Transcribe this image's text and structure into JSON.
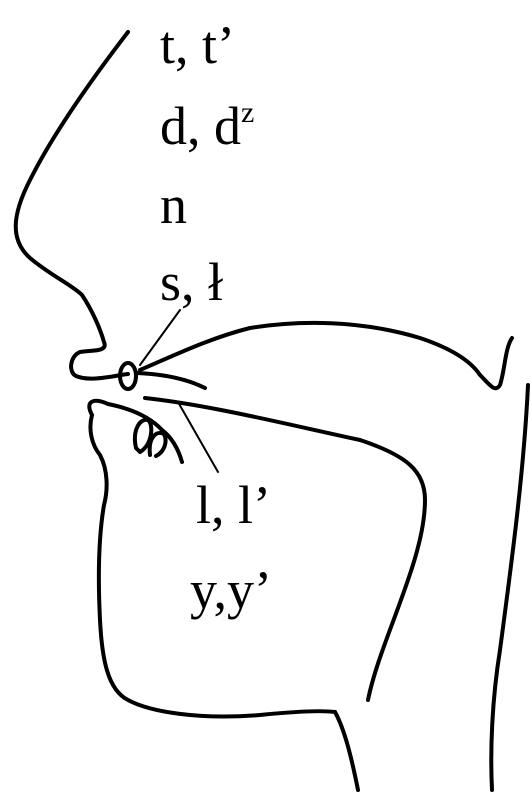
{
  "labels": {
    "row1": "t, t’",
    "row2_main": "d, d",
    "row2_sup": "z",
    "row3": "n",
    "row4": "s, ł",
    "row5": "l, l’",
    "row6": "y,y’"
  },
  "colors": {
    "stroke": "#000000",
    "background": "#ffffff"
  }
}
